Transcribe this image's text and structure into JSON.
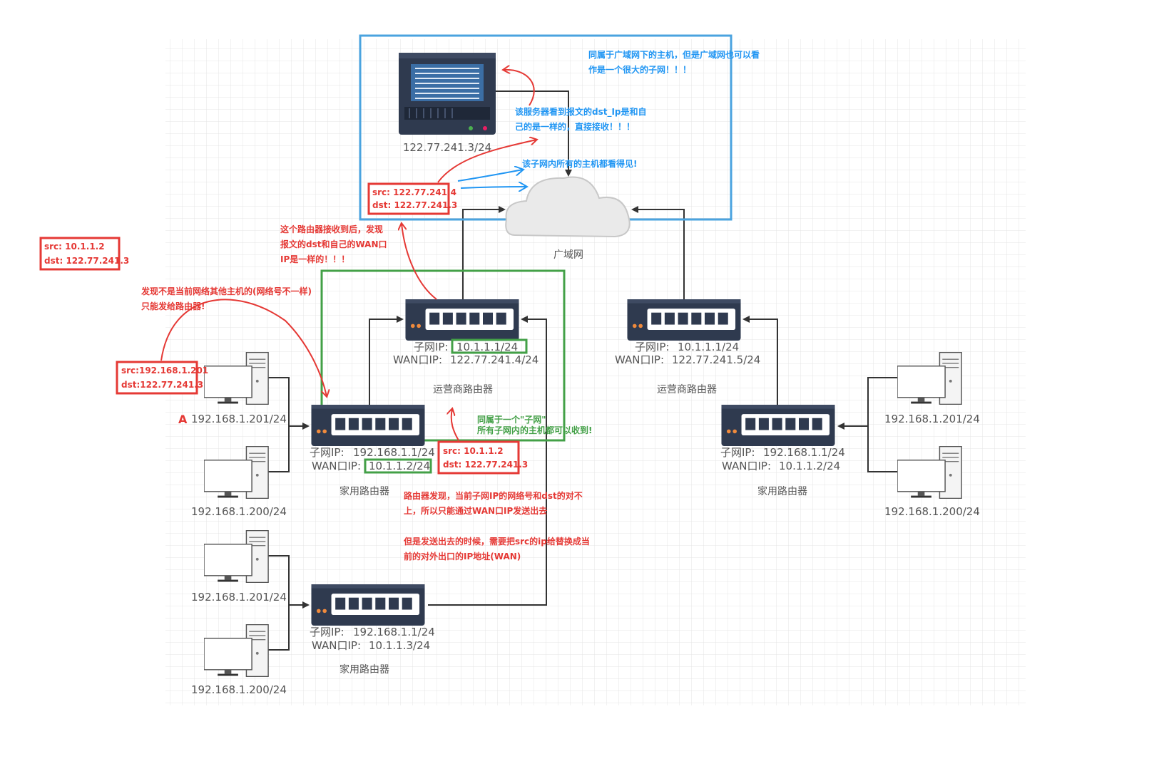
{
  "colors": {
    "grid": "#e6e6e6",
    "link": "#333333",
    "red": "#e53935",
    "blue": "#2196f3",
    "green": "#43a047",
    "device": "#2f3a4f"
  },
  "server": {
    "ip": "122.77.241.3/24"
  },
  "wan": {
    "label": "广域网"
  },
  "isp_router_left": {
    "subnet_label": "子网IP:",
    "subnet_ip": "10.1.1.1/24",
    "wan_label": "WAN口IP:",
    "wan_ip": "122.77.241.4/24",
    "caption": "运营商路由器"
  },
  "isp_router_right": {
    "subnet_label": "子网IP:",
    "subnet_ip": "10.1.1.1/24",
    "wan_label": "WAN口IP:",
    "wan_ip": "122.77.241.5/24",
    "caption": "运营商路由器"
  },
  "home_router_1": {
    "subnet_label": "子网IP:",
    "subnet_ip": "192.168.1.1/24",
    "wan_label": "WAN口IP:",
    "wan_ip": "10.1.1.2/24",
    "caption": "家用路由器"
  },
  "home_router_2": {
    "subnet_label": "子网IP:",
    "subnet_ip": "192.168.1.1/24",
    "wan_label": "WAN口IP:",
    "wan_ip": "10.1.1.3/24",
    "caption": "家用路由器"
  },
  "home_router_3": {
    "subnet_label": "子网IP:",
    "subnet_ip": "192.168.1.1/24",
    "wan_label": "WAN口IP:",
    "wan_ip": "10.1.1.2/24",
    "caption": "家用路由器"
  },
  "hosts": {
    "h1": "192.168.1.201/24",
    "h2": "192.168.1.200/24",
    "h3": "192.168.1.201/24",
    "h4": "192.168.1.200/24",
    "h5": "192.168.1.201/24",
    "h6": "192.168.1.200/24"
  },
  "marker_a": "A",
  "packets": {
    "p_origin": {
      "src": "src:192.168.1.201",
      "dst": "dst:122.77.241.3"
    },
    "p_floating": {
      "src": "src:  10.1.1.2",
      "dst": "dst: 122.77.241.3"
    },
    "p_after_nat": {
      "src": "src:  10.1.1.2",
      "dst": "dst: 122.77.241.3"
    },
    "p_wan": {
      "src": "src: 122.77.241.4",
      "dst": "dst: 122.77.241.3"
    }
  },
  "annotations": {
    "blue_wan_1": "同属于广域网下的主机，但是广域网也可以看",
    "blue_wan_2": "作是一个很大的子网！！！",
    "blue_server_1": "该服务器看到报文的dst_Ip是和自",
    "blue_server_2": "己的是一样的，直接接收！！！",
    "blue_subnet": "该子网内所有的主机都看得见!",
    "red_router_1": "这个路由器接收到后，发现",
    "red_router_2": "报文的dst和自己的WAN口",
    "red_router_3": "IP是一样的！！！",
    "red_host_1": "发现不是当前网络其他主机的(网络号不一样)",
    "red_host_2": "只能发给路由器!",
    "green_1": "同属于一个\"子网\"",
    "green_2": "所有子网内的主机都可以收到!",
    "red_nat_1": "路由器发现，当前子网IP的网络号和dst的对不",
    "red_nat_2": "上，所以只能通过WAN口IP发送出去",
    "red_nat_3": "但是发送出去的时候，需要把src的ip给替换成当",
    "red_nat_4": "前的对外出口的IP地址(WAN)"
  }
}
